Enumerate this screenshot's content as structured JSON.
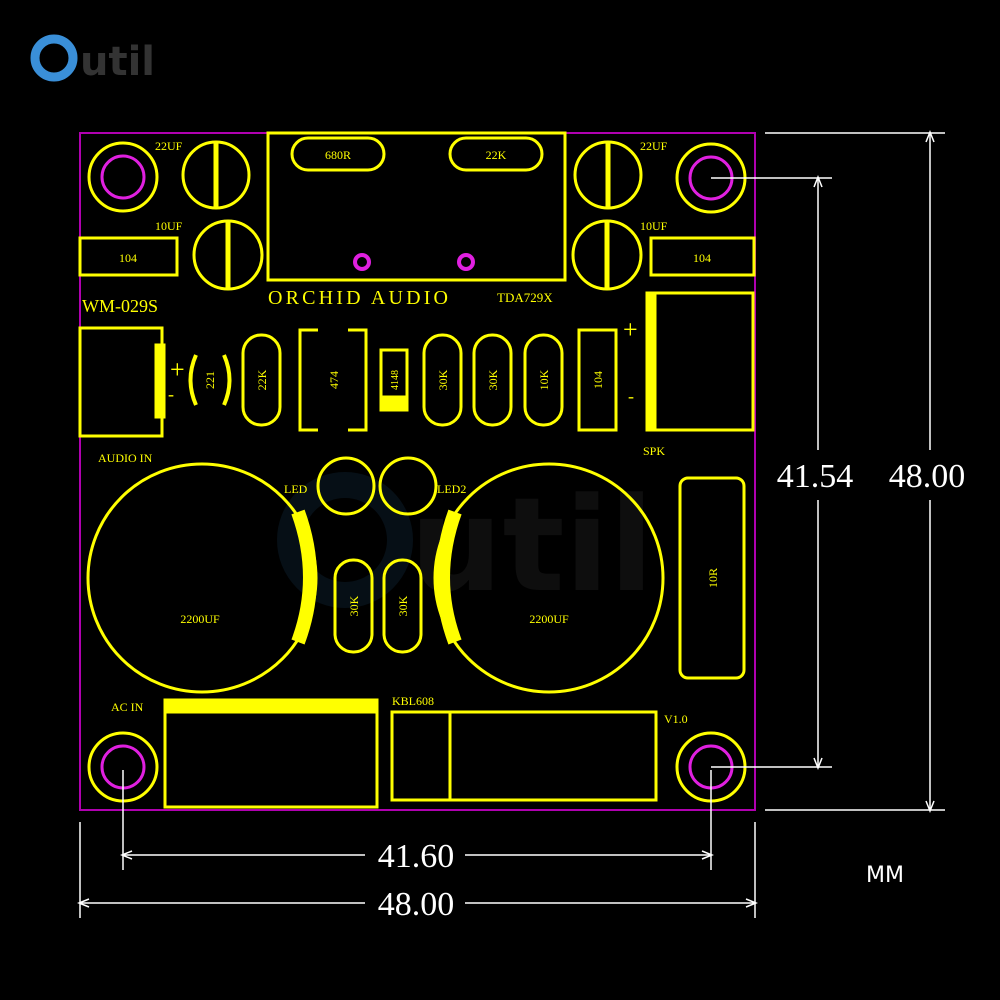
{
  "brand": {
    "logo_text": "util",
    "logo_full": "Outil"
  },
  "board": {
    "model": "WM-029S",
    "maker": "ORCHID AUDIO",
    "chip": "TDA729X",
    "version": "V1.0",
    "labels": {
      "audio_in": "AUDIO IN",
      "spk": "SPK",
      "ac_in": "AC IN",
      "bridge": "KBL608",
      "led1": "LED",
      "led2": "LED2",
      "plus": "+",
      "minus": "-"
    },
    "components": {
      "cap_22uf_left": "22UF",
      "cap_22uf_right": "22UF",
      "cap_10uf_left": "10UF",
      "cap_10uf_right": "10UF",
      "cap_104_left": "104",
      "cap_104_right": "104",
      "res_680r": "680R",
      "res_22k_top": "22K",
      "cap_221": "221",
      "res_22k": "22K",
      "cap_474": "474",
      "diode_4148": "4148",
      "res_30k_a": "30K",
      "res_30k_b": "30K",
      "res_10k": "10K",
      "cap_104_mid": "104",
      "cap_2200uf_left": "2200UF",
      "cap_2200uf_right": "2200UF",
      "res_30k_c": "30K",
      "res_30k_d": "30K",
      "res_10r": "10R"
    }
  },
  "dimensions": {
    "hole_spacing_h": "41.60",
    "board_width": "48.00",
    "hole_spacing_v": "41.54",
    "board_height": "48.00",
    "unit": "MM"
  },
  "colors": {
    "background": "#000000",
    "silkscreen": "#FFFF00",
    "outline": "#B000B0",
    "pad": "#E020E0",
    "dimension": "#FFFFFF",
    "logo_blue": "#3A8FD8",
    "logo_text": "#333333"
  }
}
